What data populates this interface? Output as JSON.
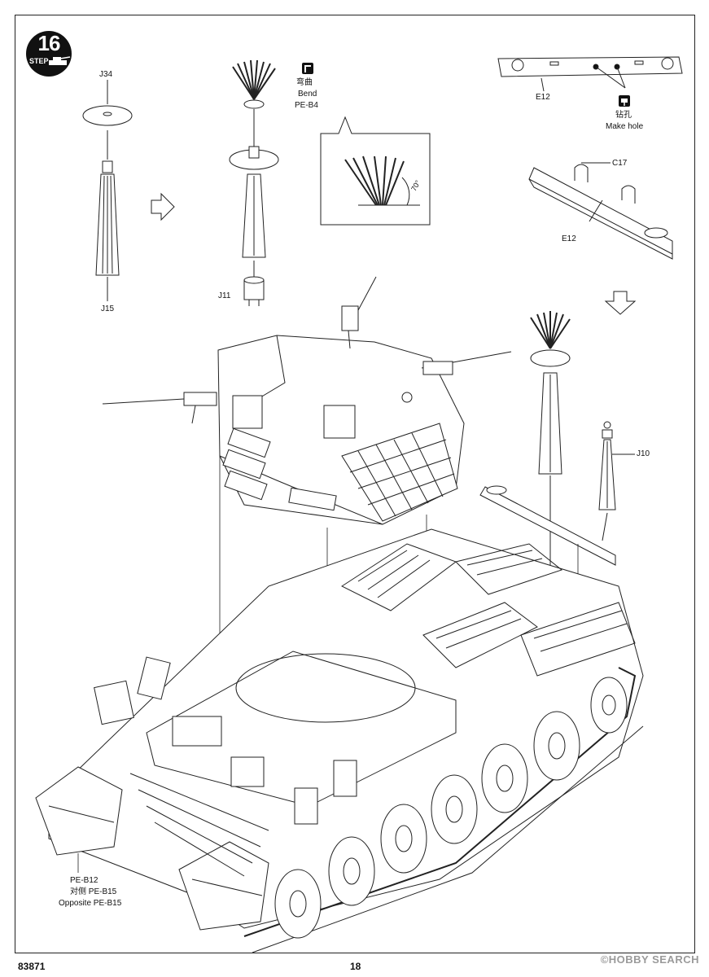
{
  "step": {
    "number": "16",
    "label": "STEP"
  },
  "parts": {
    "j34": "J34",
    "j15": "J15",
    "j11": "J11",
    "j10": "J10",
    "e12_top": "E12",
    "e12_bottom": "E12",
    "c17": "C17"
  },
  "notes": {
    "bend_cn": "弯曲",
    "bend_en": "Bend",
    "bend_part": "PE-B4",
    "angle": "70°",
    "hole_cn": "钻孔",
    "hole_en": "Make hole",
    "pe_main": "PE-B12",
    "pe_opp_cn": "对侧 PE-B15",
    "pe_opp_en": "Opposite PE-B15"
  },
  "footer": {
    "code": "83871",
    "page": "18",
    "watermark": "©HOBBY SEARCH"
  },
  "icons": [
    "bend-icon",
    "drill-icon",
    "tank-icon",
    "arrow-right-icon",
    "arrow-down-icon"
  ]
}
